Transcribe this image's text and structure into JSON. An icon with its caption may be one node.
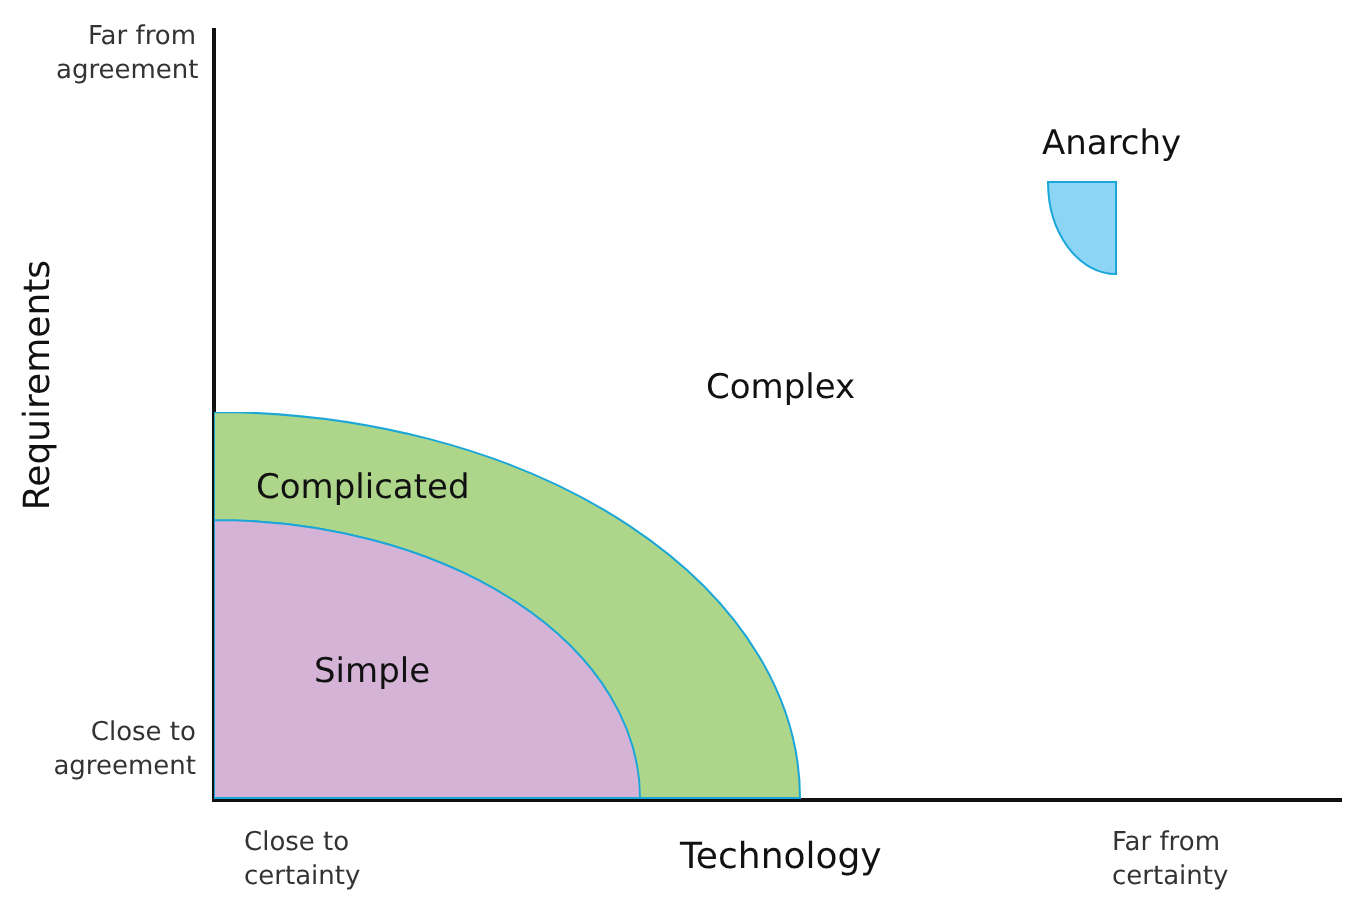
{
  "diagram": {
    "nodes": [
      {
        "text": [
          "Complicated"
        ]
      },
      {
        "text": [
          "Simple"
        ]
      },
      {
        "text": [
          "Anarchy"
        ]
      }
    ],
    "labels": [
      "Far from agreement",
      "Requirements",
      "Complex",
      "Close to agreement",
      "Close to certainty",
      "Technology",
      "Far from certainty"
    ]
  }
}
